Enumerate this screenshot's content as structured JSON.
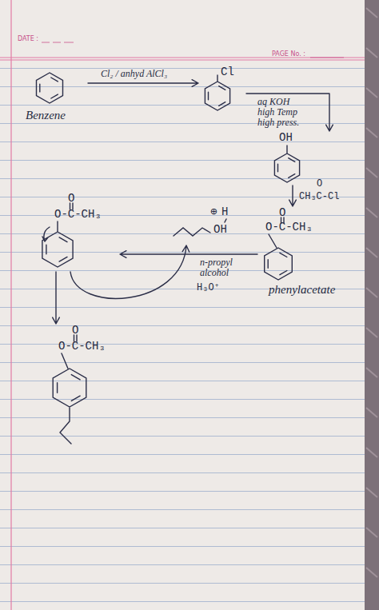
{
  "diagram": {
    "nodes": [
      {
        "text": [
          "Benzene"
        ]
      },
      {
        "text": [
          "Cl"
        ]
      },
      {
        "text": [
          "OH"
        ]
      },
      {
        "text": [
          "O",
          "O-C-CH₃"
        ]
      },
      {
        "text": [
          "⊕",
          "H",
          "OH"
        ]
      },
      {
        "text": [
          "O",
          "O-C-CH₃",
          "phenylacetate"
        ]
      },
      {
        "text": [
          "O",
          "O-C-CH₃"
        ]
      }
    ],
    "edges": [
      {
        "from": 0,
        "to": 1,
        "label": "Cl₂ / anhyd AlCl₃",
        "arrow": "to"
      },
      {
        "from": 1,
        "to": 2,
        "label": "aq KOH high Temp high press.",
        "arrow": "to"
      },
      {
        "from": 2,
        "to": 5,
        "label": "CH₃C-Cl",
        "arrow": "to"
      },
      {
        "from": 5,
        "to": 3,
        "label": "n-propyl alcohol",
        "arrow": "to"
      },
      {
        "from": 3,
        "to": 4,
        "arrow": "to"
      },
      {
        "from": 3,
        "to": 6,
        "arrow": "to"
      }
    ],
    "labels": [
      "DATE :",
      "PAGE No. :",
      "O",
      "H₃O⁺"
    ]
  }
}
